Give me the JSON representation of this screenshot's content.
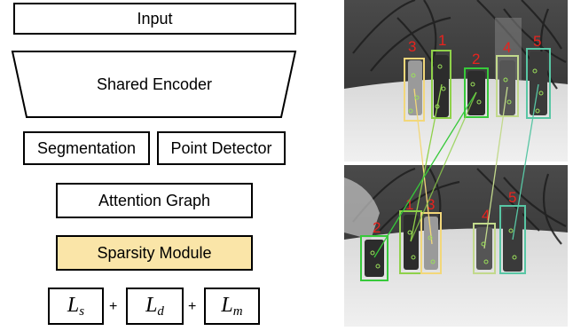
{
  "pipeline": {
    "input": "Input",
    "encoder": "Shared Encoder",
    "segmentation": "Segmentation",
    "point_detector": "Point Detector",
    "attention_graph": "Attention Graph",
    "sparsity_module": "Sparsity Module",
    "loss_s": {
      "base": "L",
      "sub": "s"
    },
    "loss_d": {
      "base": "L",
      "sub": "d"
    },
    "loss_m": {
      "base": "L",
      "sub": "m"
    },
    "plus": "+"
  },
  "photo": {
    "top_labels": [
      "3",
      "1",
      "2",
      "4",
      "5"
    ],
    "bottom_labels": [
      "2",
      "1",
      "3",
      "4",
      "5"
    ]
  },
  "colors": {
    "highlight": "#fae5a8",
    "label": "#e8231e",
    "match_1": "#8fd14a",
    "match_2": "#37c93a",
    "match_3": "#f2d77a",
    "match_4": "#c2d98c",
    "match_5": "#58c6a4"
  }
}
